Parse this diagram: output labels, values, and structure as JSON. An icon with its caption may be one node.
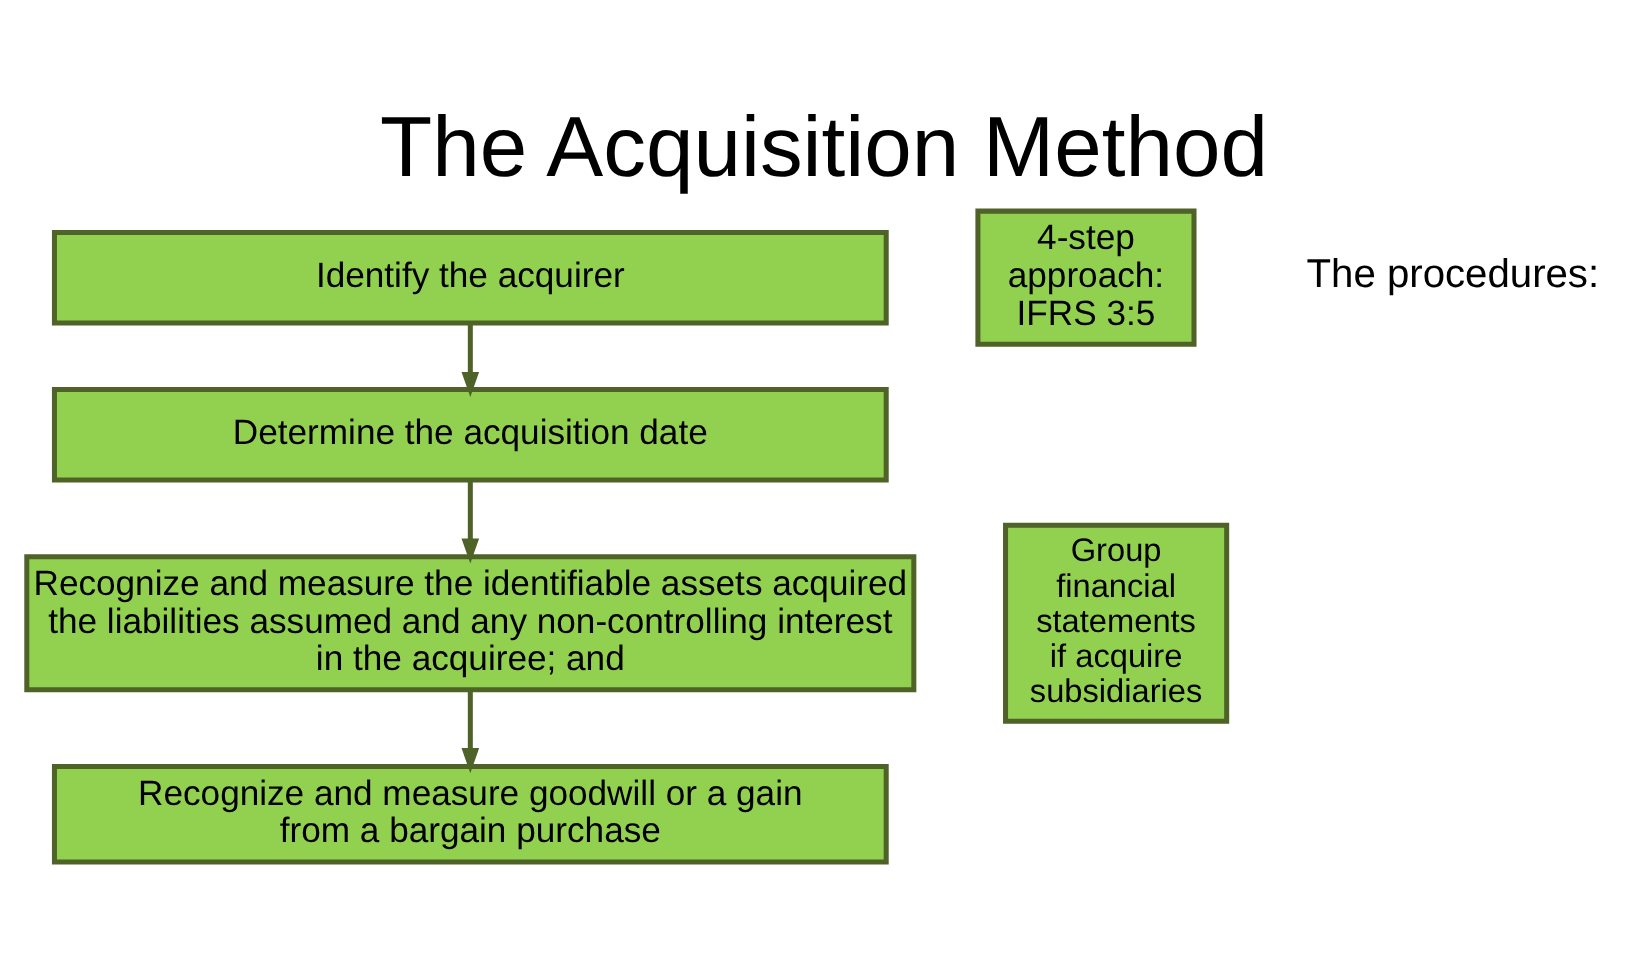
{
  "diagram": {
    "title": "The Acquisition Method",
    "nodes": [
      {
        "text": [
          "Identify the acquirer"
        ]
      },
      {
        "text": [
          "Determine the acquisition date"
        ]
      },
      {
        "text": [
          "Recognize and measure the identifiable assets acquired the liabilities assumed and any non-controlling interest in the acquiree; and"
        ]
      },
      {
        "text": [
          "Recognize and measure goodwill or a gain from a bargain purchase"
        ]
      },
      {
        "text": [
          "4-step approach: IFRS 3:5"
        ]
      },
      {
        "text": [
          "Group financial statements if acquire subsidiaries"
        ]
      }
    ],
    "edges": [
      {
        "from": 0,
        "to": 1,
        "arrow": "to"
      },
      {
        "from": 1,
        "to": 2,
        "arrow": "to"
      },
      {
        "from": 2,
        "to": 3,
        "arrow": "to"
      }
    ],
    "labels": [
      "The procedures:"
    ]
  }
}
